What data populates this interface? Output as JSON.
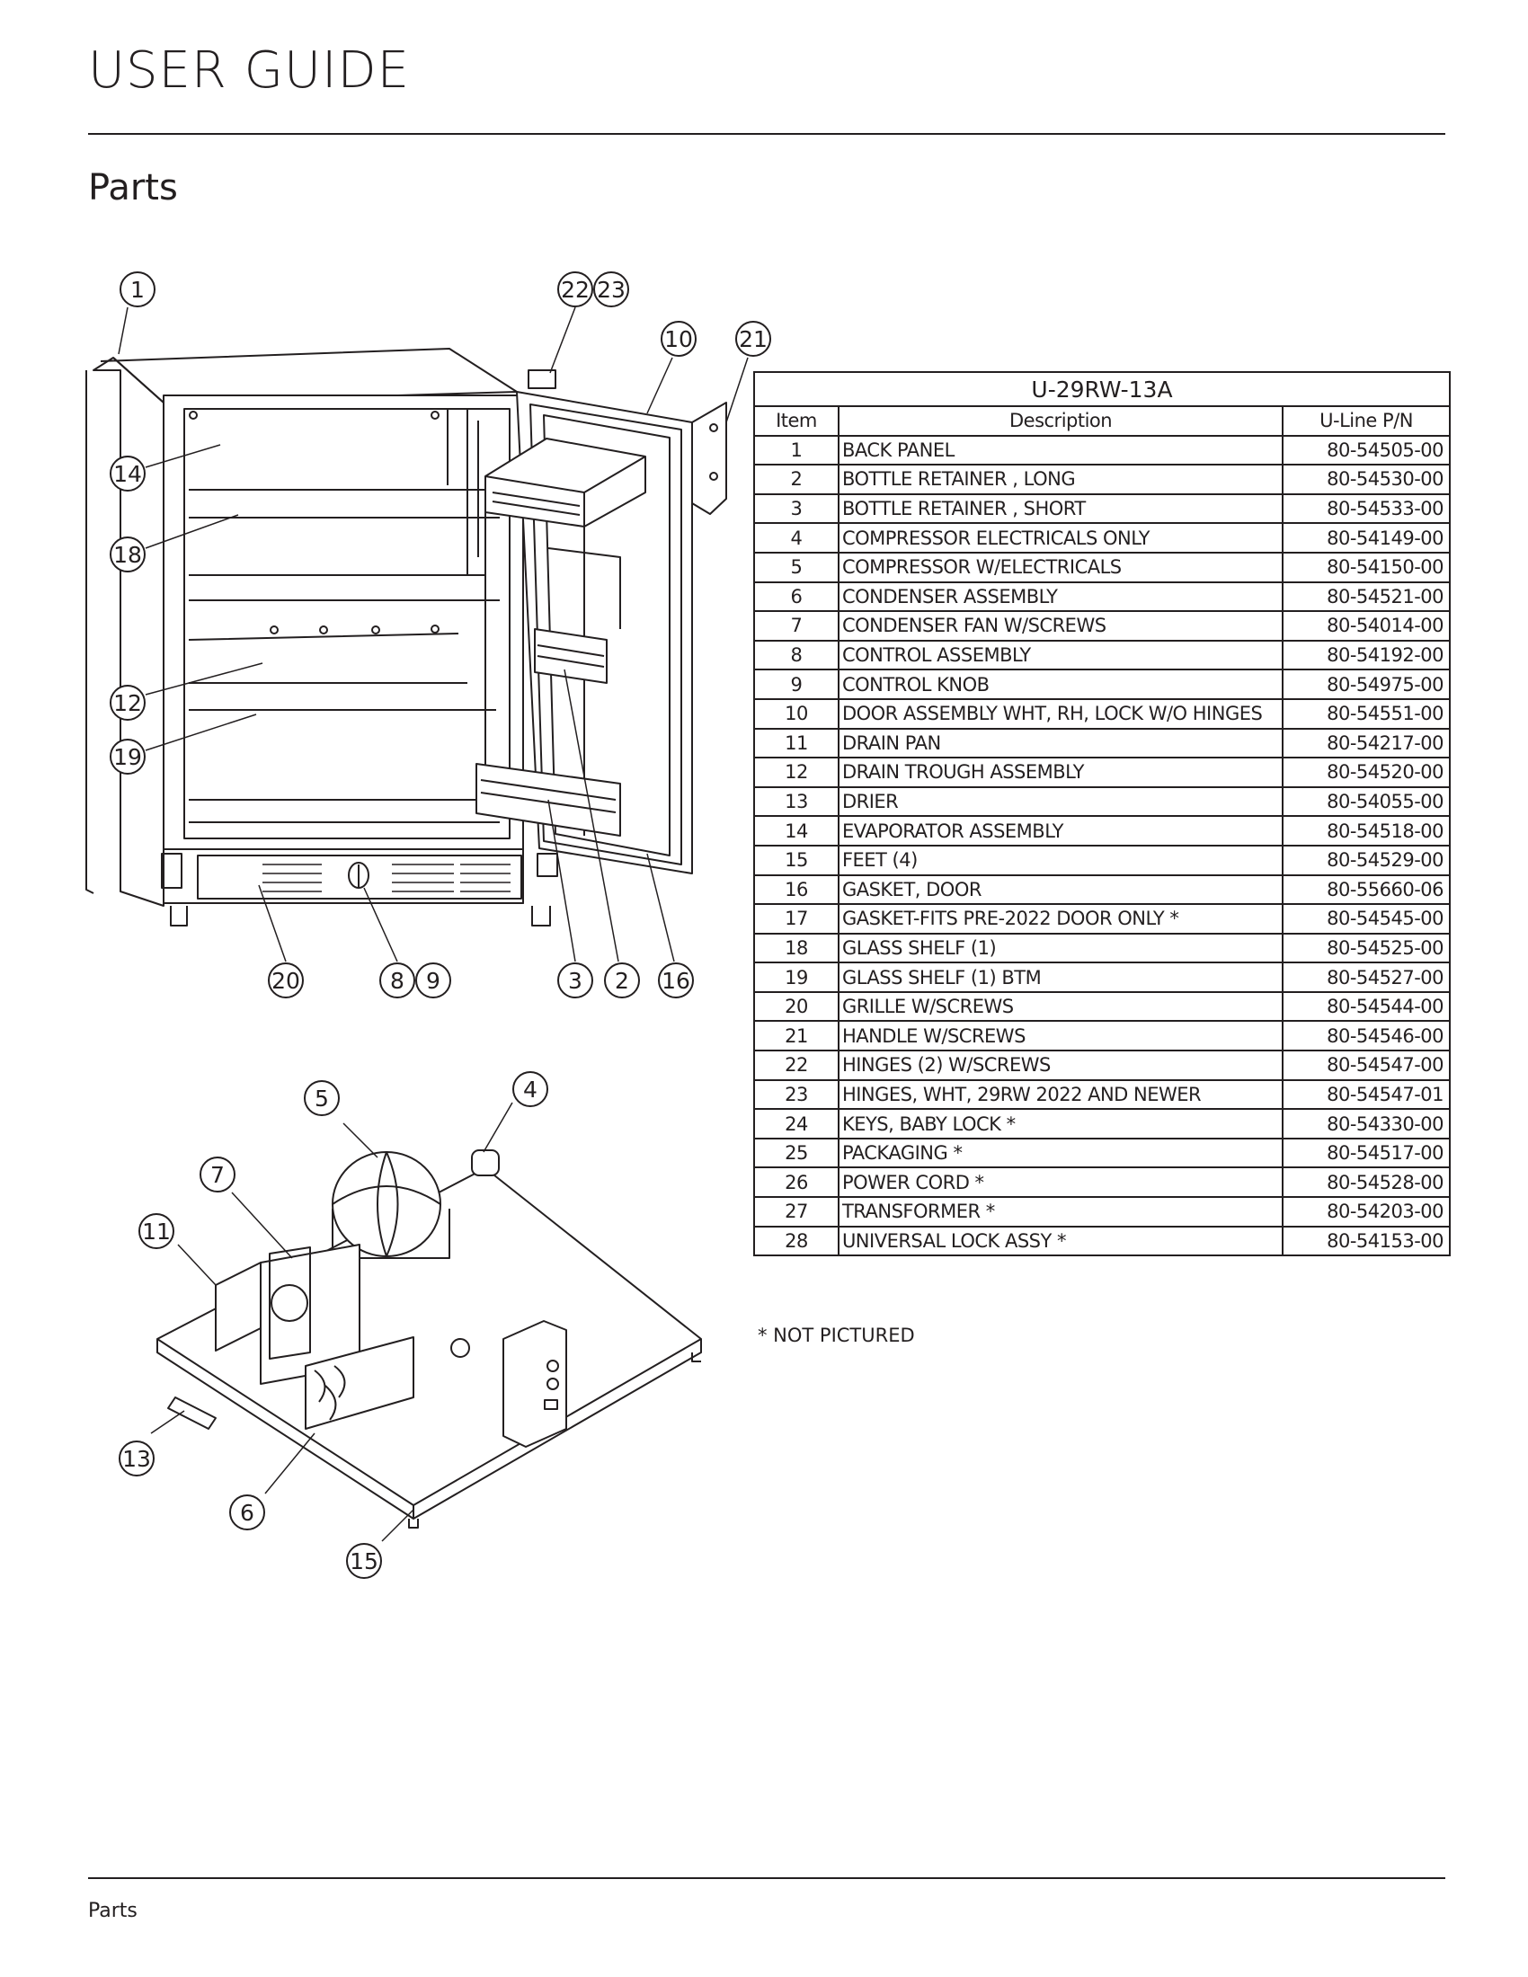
{
  "header": {
    "title": "USER GUIDE"
  },
  "section": {
    "title": "Parts"
  },
  "footer": {
    "label": "Parts"
  },
  "callouts": {
    "c1": "1",
    "c22": "22",
    "c23": "23",
    "c10": "10",
    "c21": "21",
    "c14": "14",
    "c18": "18",
    "c12": "12",
    "c19": "19",
    "c20": "20",
    "c8": "8",
    "c9": "9",
    "c3": "3",
    "c2": "2",
    "c16": "16",
    "c5": "5",
    "c4": "4",
    "c7": "7",
    "c11": "11",
    "c13": "13",
    "c6": "6",
    "c15": "15"
  },
  "parts_table": {
    "model": "U-29RW-13A",
    "headers": {
      "item": "Item",
      "description": "Description",
      "part_number": "U-Line P/N"
    },
    "rows": [
      {
        "item": "1",
        "description": "BACK PANEL",
        "part_number": "80-54505-00"
      },
      {
        "item": "2",
        "description": "BOTTLE RETAINER , LONG",
        "part_number": "80-54530-00"
      },
      {
        "item": "3",
        "description": "BOTTLE RETAINER , SHORT",
        "part_number": "80-54533-00"
      },
      {
        "item": "4",
        "description": "COMPRESSOR ELECTRICALS ONLY",
        "part_number": "80-54149-00"
      },
      {
        "item": "5",
        "description": "COMPRESSOR W/ELECTRICALS",
        "part_number": "80-54150-00"
      },
      {
        "item": "6",
        "description": "CONDENSER ASSEMBLY",
        "part_number": "80-54521-00"
      },
      {
        "item": "7",
        "description": "CONDENSER FAN W/SCREWS",
        "part_number": "80-54014-00"
      },
      {
        "item": "8",
        "description": "CONTROL ASSEMBLY",
        "part_number": "80-54192-00"
      },
      {
        "item": "9",
        "description": "CONTROL KNOB",
        "part_number": "80-54975-00"
      },
      {
        "item": "10",
        "description": "DOOR ASSEMBLY WHT, RH, LOCK W/O HINGES",
        "part_number": "80-54551-00"
      },
      {
        "item": "11",
        "description": "DRAIN PAN",
        "part_number": "80-54217-00"
      },
      {
        "item": "12",
        "description": "DRAIN TROUGH ASSEMBLY",
        "part_number": "80-54520-00"
      },
      {
        "item": "13",
        "description": "DRIER",
        "part_number": "80-54055-00"
      },
      {
        "item": "14",
        "description": "EVAPORATOR ASSEMBLY",
        "part_number": "80-54518-00"
      },
      {
        "item": "15",
        "description": "FEET (4)",
        "part_number": "80-54529-00"
      },
      {
        "item": "16",
        "description": "GASKET, DOOR",
        "part_number": "80-55660-06"
      },
      {
        "item": "17",
        "description": "GASKET-FITS PRE-2022 DOOR ONLY *",
        "part_number": "80-54545-00"
      },
      {
        "item": "18",
        "description": "GLASS SHELF (1)",
        "part_number": "80-54525-00"
      },
      {
        "item": "19",
        "description": "GLASS SHELF (1) BTM",
        "part_number": "80-54527-00"
      },
      {
        "item": "20",
        "description": "GRILLE W/SCREWS",
        "part_number": "80-54544-00"
      },
      {
        "item": "21",
        "description": "HANDLE W/SCREWS",
        "part_number": "80-54546-00"
      },
      {
        "item": "22",
        "description": "HINGES (2) W/SCREWS",
        "part_number": "80-54547-00"
      },
      {
        "item": "23",
        "description": "HINGES, WHT, 29RW 2022 AND NEWER",
        "part_number": "80-54547-01"
      },
      {
        "item": "24",
        "description": "KEYS, BABY LOCK *",
        "part_number": "80-54330-00"
      },
      {
        "item": "25",
        "description": "PACKAGING *",
        "part_number": "80-54517-00"
      },
      {
        "item": "26",
        "description": "POWER CORD *",
        "part_number": "80-54528-00"
      },
      {
        "item": "27",
        "description": "TRANSFORMER *",
        "part_number": "80-54203-00"
      },
      {
        "item": "28",
        "description": "UNIVERSAL LOCK ASSY *",
        "part_number": "80-54153-00"
      }
    ],
    "note": "* NOT PICTURED"
  }
}
